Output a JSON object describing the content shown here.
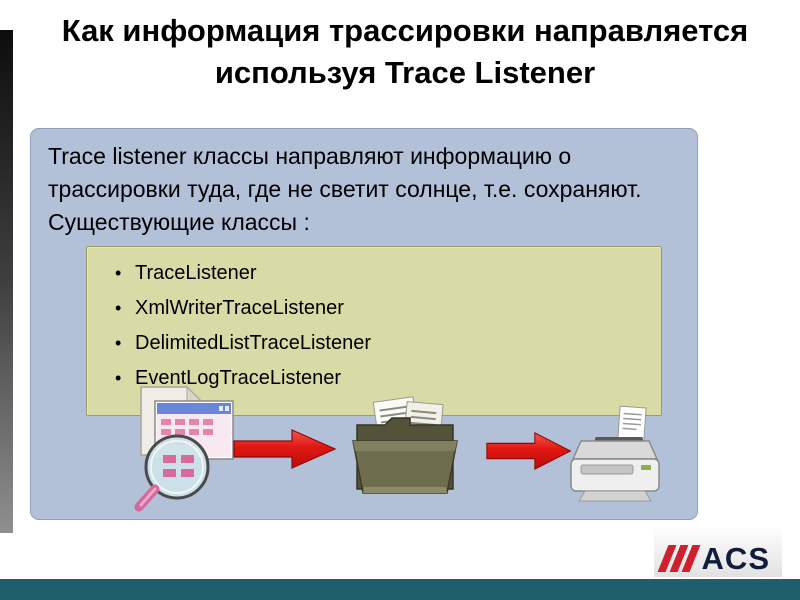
{
  "slide": {
    "title_line1": "Как информация трассировки направляется",
    "title_line2": "используя Trace Listener",
    "body_text": "Trace listener классы направляют информацию о трассировки туда, где не светит солнце, т.е. сохраняют. Существующие классы :",
    "bullet_char": "•",
    "listener_classes": [
      "TraceListener",
      "XmlWriterTraceListener",
      "DelimitedListTraceListener",
      "EventLogTraceListener"
    ],
    "logo": {
      "text": "ACS"
    },
    "colors": {
      "panel_bg": "#b2c0d8",
      "classes_box_bg": "#d8dba6",
      "arrow_red": "#e01713",
      "footer_bar_teal": "#1e5f6b",
      "logo_stripe_red": "#cf2030",
      "logo_text_navy": "#121d3a"
    }
  }
}
